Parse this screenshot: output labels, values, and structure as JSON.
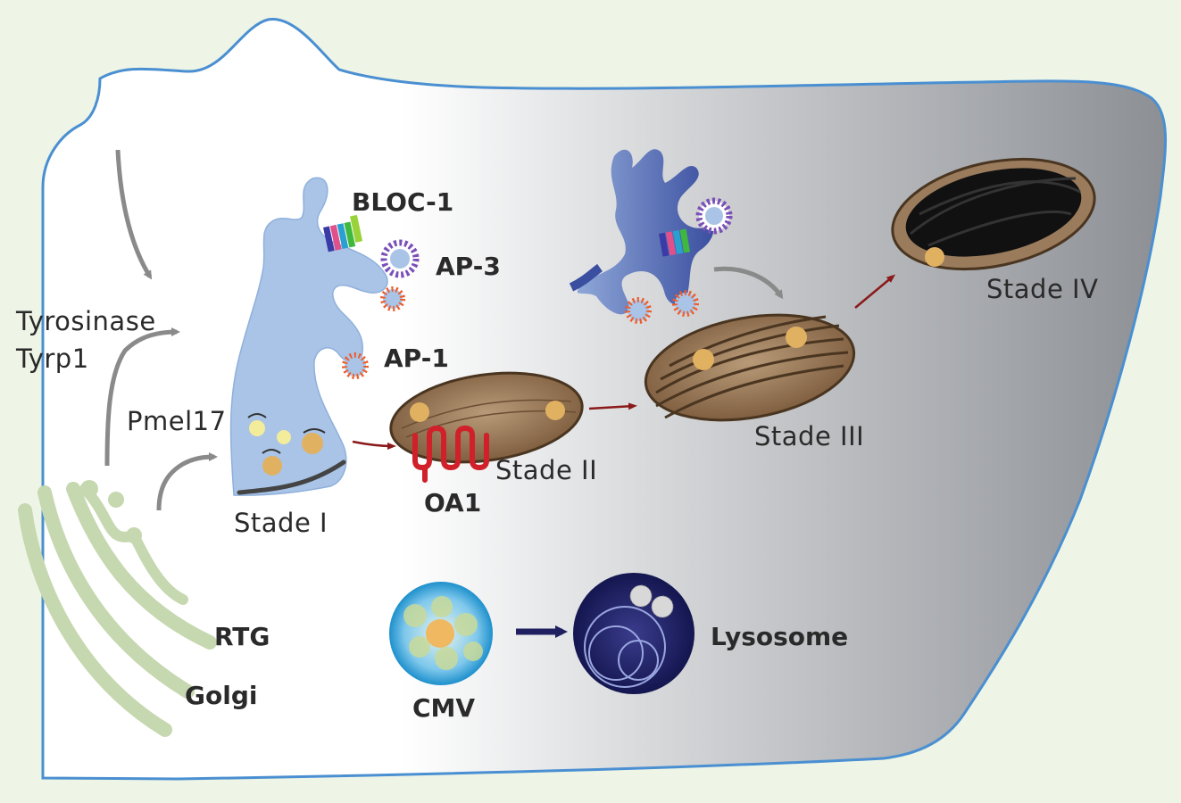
{
  "colors": {
    "background": "#eef5e6",
    "cell_membrane": "#4a8fd1",
    "cytoplasm_dark": "#8f9297",
    "endosome": "#a9c4e6",
    "golgi": "#c6d8b0",
    "melanosome": "#9a7b5c",
    "oa1": "#d0202a",
    "arrow_grey": "#8a8a8a",
    "arrow_red": "#8b1a1a",
    "arrow_navy": "#202060"
  },
  "labels": {
    "tyrosinase": "Tyrosinase",
    "tyrp1": "Tyrp1",
    "pmel17": "Pmel17",
    "bloc1": "BLOC-1",
    "ap3": "AP-3",
    "ap1": "AP-1",
    "stade1": "Stade I",
    "stade2": "Stade II",
    "stade3": "Stade III",
    "stade4": "Stade IV",
    "oa1": "OA1",
    "rtg": "RTG",
    "golgi": "Golgi",
    "cmv": "CMV",
    "lysosome": "Lysosome"
  },
  "icons": [
    "bloc1-complex-icon",
    "ap3-coat-icon",
    "ap1-coat-icon",
    "oa1-receptor-icon"
  ]
}
